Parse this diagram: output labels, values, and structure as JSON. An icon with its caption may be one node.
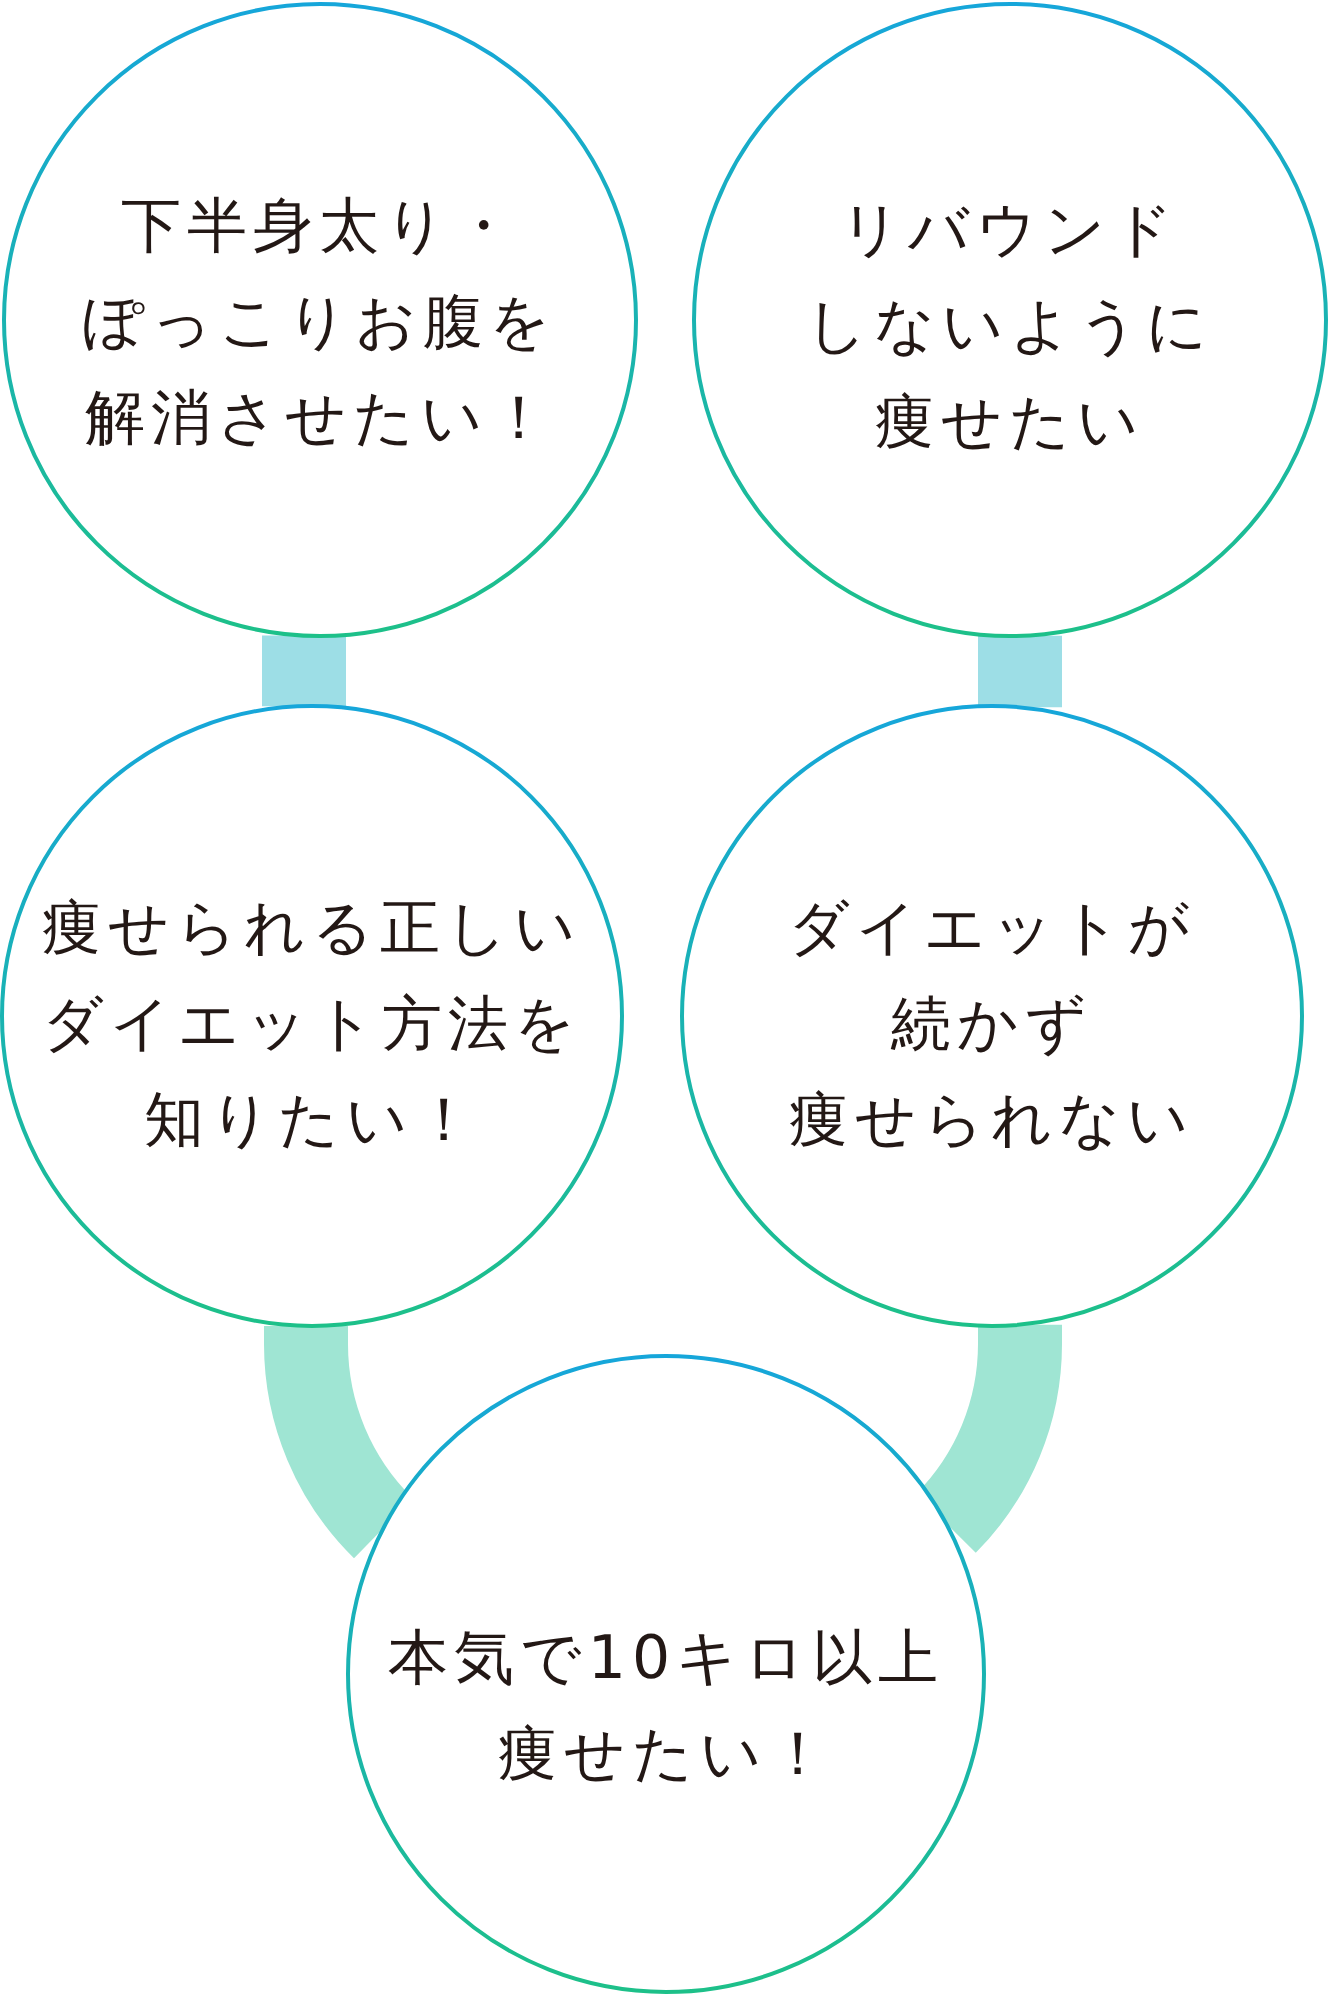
{
  "diagram": {
    "nodes": [
      {
        "text": [
          "下半身太り・ぽっこりお腹を解消させたい！"
        ]
      },
      {
        "text": [
          "リバウンドしないように痩せたい"
        ]
      },
      {
        "text": [
          "痩せられる正しいダイエット方法を知りたい！"
        ]
      },
      {
        "text": [
          "ダイエットが続かず痩せられない"
        ]
      },
      {
        "text": [
          "本気で10キロ以上痩せたい！"
        ]
      }
    ],
    "edges": [
      {
        "from": 0,
        "to": 2,
        "arrow": "none",
        "color": "#9ddee6"
      },
      {
        "from": 1,
        "to": 3,
        "arrow": "none",
        "color": "#9ddee6"
      },
      {
        "from": 2,
        "to": 4,
        "arrow": "none",
        "color": "#9fe5d3"
      },
      {
        "from": 3,
        "to": 4,
        "arrow": "none",
        "color": "#9fe5d3"
      }
    ]
  }
}
